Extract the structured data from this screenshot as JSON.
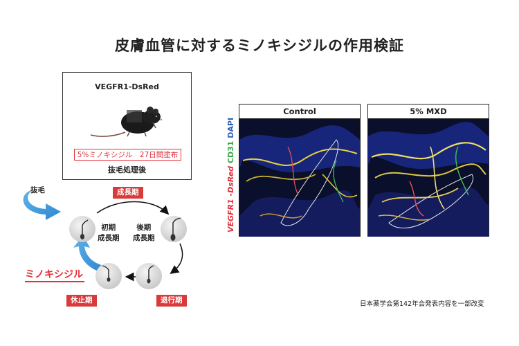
{
  "title": "皮膚血管に対するミノキシジルの作用検証",
  "mouse_panel": {
    "label": "VEGFR1-DsRed",
    "treatment": "5%ミノキシジル　27日間塗布",
    "subtext": "抜毛処理後"
  },
  "cycle": {
    "pluck_label": "抜毛",
    "stages": {
      "anagen": "成長期",
      "early": [
        "初期",
        "成長期"
      ],
      "late": [
        "後期",
        "成長期"
      ],
      "catagen": "退行期",
      "telogen": "休止期"
    },
    "minoxidil_label": "ミノキシジル"
  },
  "micrographs": {
    "control_label": "Control",
    "mxd_label": "5% MXD",
    "stain_red": "VEGFR1 -DsRed",
    "stain_green": "CD31",
    "stain_blue": "DAPI"
  },
  "colors": {
    "accent_red": "#e0303a",
    "badge_red": "#d93a3a",
    "arrow_blue": "#3a9ad9",
    "stain_red": "#e0303a",
    "stain_green": "#3aa84a",
    "stain_blue": "#2e5fbf"
  },
  "credit": "日本薬学会第142年会発表内容を一部改変"
}
